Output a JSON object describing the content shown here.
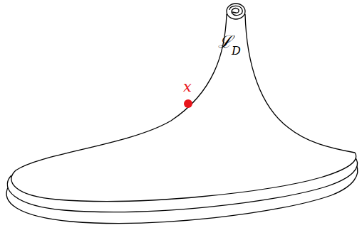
{
  "diagram": {
    "labels": [
      "ℒ",
      "D",
      "x"
    ]
  }
}
